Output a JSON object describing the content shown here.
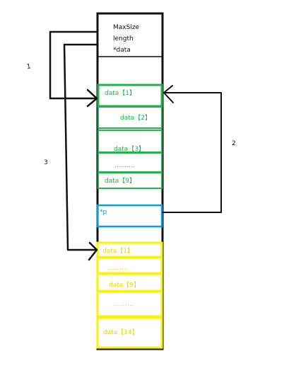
{
  "header": {
    "fields": [
      "MaxSize",
      "length",
      "*data"
    ]
  },
  "green_block": {
    "color": "#22b14c",
    "cells": [
      "data【1】",
      "data【2】",
      "data【3】",
      "..........",
      "data【9】"
    ]
  },
  "pointer_cell": {
    "label": "*p",
    "color": "#00a2e8"
  },
  "yellow_block": {
    "color": "#fff200",
    "text_color": "#e5d800",
    "cells": [
      "data【1】",
      "..........",
      "data【9】",
      "..........",
      "data【14】"
    ]
  },
  "annotations": {
    "step1": "1",
    "step2": "2",
    "step3": "3"
  },
  "colors": {
    "outline": "#111111",
    "arrow": "#111111"
  }
}
